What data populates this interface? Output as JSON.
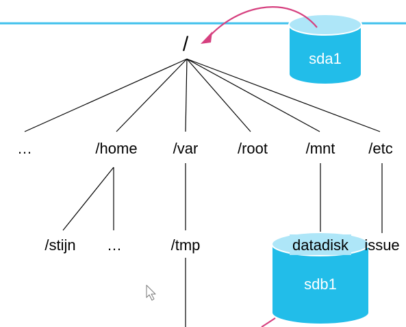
{
  "root": {
    "label": "/"
  },
  "level1": [
    {
      "label": "…"
    },
    {
      "label": "/home"
    },
    {
      "label": "/var"
    },
    {
      "label": "/root"
    },
    {
      "label": "/mnt"
    },
    {
      "label": "/etc"
    }
  ],
  "level2": [
    {
      "label": "/stijn"
    },
    {
      "label": "…"
    },
    {
      "label": "/tmp"
    },
    {
      "label": "datadisk"
    },
    {
      "label": "issue"
    }
  ],
  "disks": [
    {
      "label": "sda1"
    },
    {
      "label": "sdb1"
    }
  ],
  "colors": {
    "accent_line": "#3fc0ec",
    "disk_fill": "#22bde9",
    "disk_top": "#aee6f8",
    "disk_stroke": "#ffffff",
    "arrow": "#d6407f",
    "tree_line": "#000000"
  },
  "icons": {
    "cursor": "mouse-pointer-icon"
  }
}
